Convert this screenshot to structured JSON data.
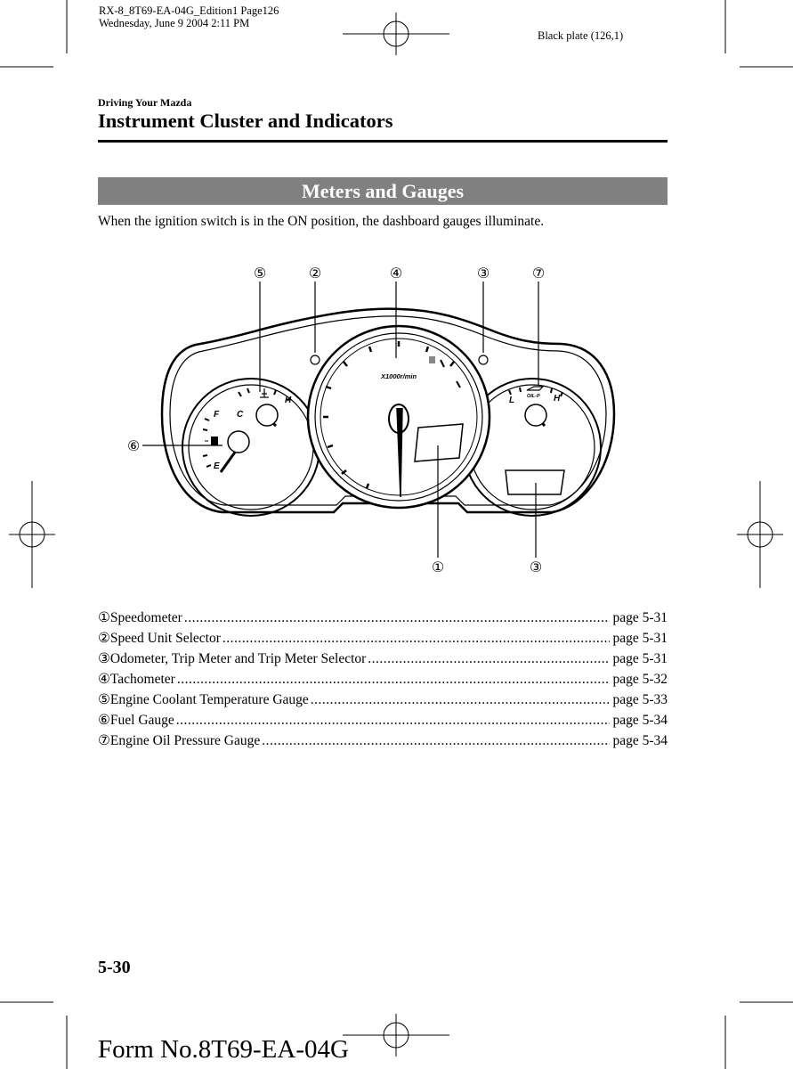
{
  "print_header": {
    "line1": "RX-8_8T69-EA-04G_Edition1 Page126",
    "line2": "Wednesday, June 9 2004 2:11 PM",
    "plate": "Black plate (126,1)"
  },
  "section": "Driving Your Mazda",
  "title": "Instrument Cluster and Indicators",
  "banner": "Meters and Gauges",
  "intro": "When the ignition switch is in the ON position, the dashboard gauges illuminate.",
  "diagram": {
    "callouts": [
      "⑤",
      "②",
      "④",
      "③",
      "⑦",
      "⑥",
      "①",
      "③"
    ],
    "tach_unit": "X1000r/min",
    "fuel_marks": {
      "full": "F",
      "empty": "E"
    },
    "temp_marks": {
      "cold": "C",
      "hot": "H"
    },
    "oil_marks": {
      "low": "L",
      "high": "H",
      "label": "OIL-P"
    }
  },
  "items": [
    {
      "num": "①",
      "label": "Speedometer",
      "page": "page 5-31"
    },
    {
      "num": "②",
      "label": "Speed Unit Selector",
      "page": "page 5-31"
    },
    {
      "num": "③",
      "label": "Odometer, Trip Meter and Trip Meter Selector",
      "page": "page 5-31"
    },
    {
      "num": "④",
      "label": "Tachometer",
      "page": "page 5-32"
    },
    {
      "num": "⑤",
      "label": "Engine Coolant Temperature Gauge",
      "page": "page 5-33"
    },
    {
      "num": "⑥",
      "label": "Fuel Gauge",
      "page": "page 5-34"
    },
    {
      "num": "⑦",
      "label": "Engine Oil Pressure Gauge",
      "page": "page 5-34"
    }
  ],
  "page_number": "5-30",
  "form_number": "Form No.8T69-EA-04G"
}
